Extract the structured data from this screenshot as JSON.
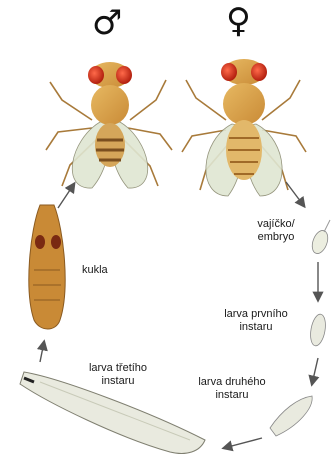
{
  "symbols": {
    "male": "♂",
    "female": "♀"
  },
  "labels": {
    "egg_line1": "vajíčko/",
    "egg_line2": "embryo",
    "pupa": "kukla",
    "larva1_line1": "larva prvního",
    "larva1_line2": "instaru",
    "larva2_line1": "larva druhého",
    "larva2_line2": "instaru",
    "larva3_line1": "larva třetího",
    "larva3_line2": "instaru"
  },
  "colors": {
    "body_tan": "#d9a24a",
    "body_dark": "#b8792e",
    "eye_red": "#d8321f",
    "wing": "#dfe6d2",
    "larva": "#e9eadf",
    "arrow": "#555555"
  }
}
